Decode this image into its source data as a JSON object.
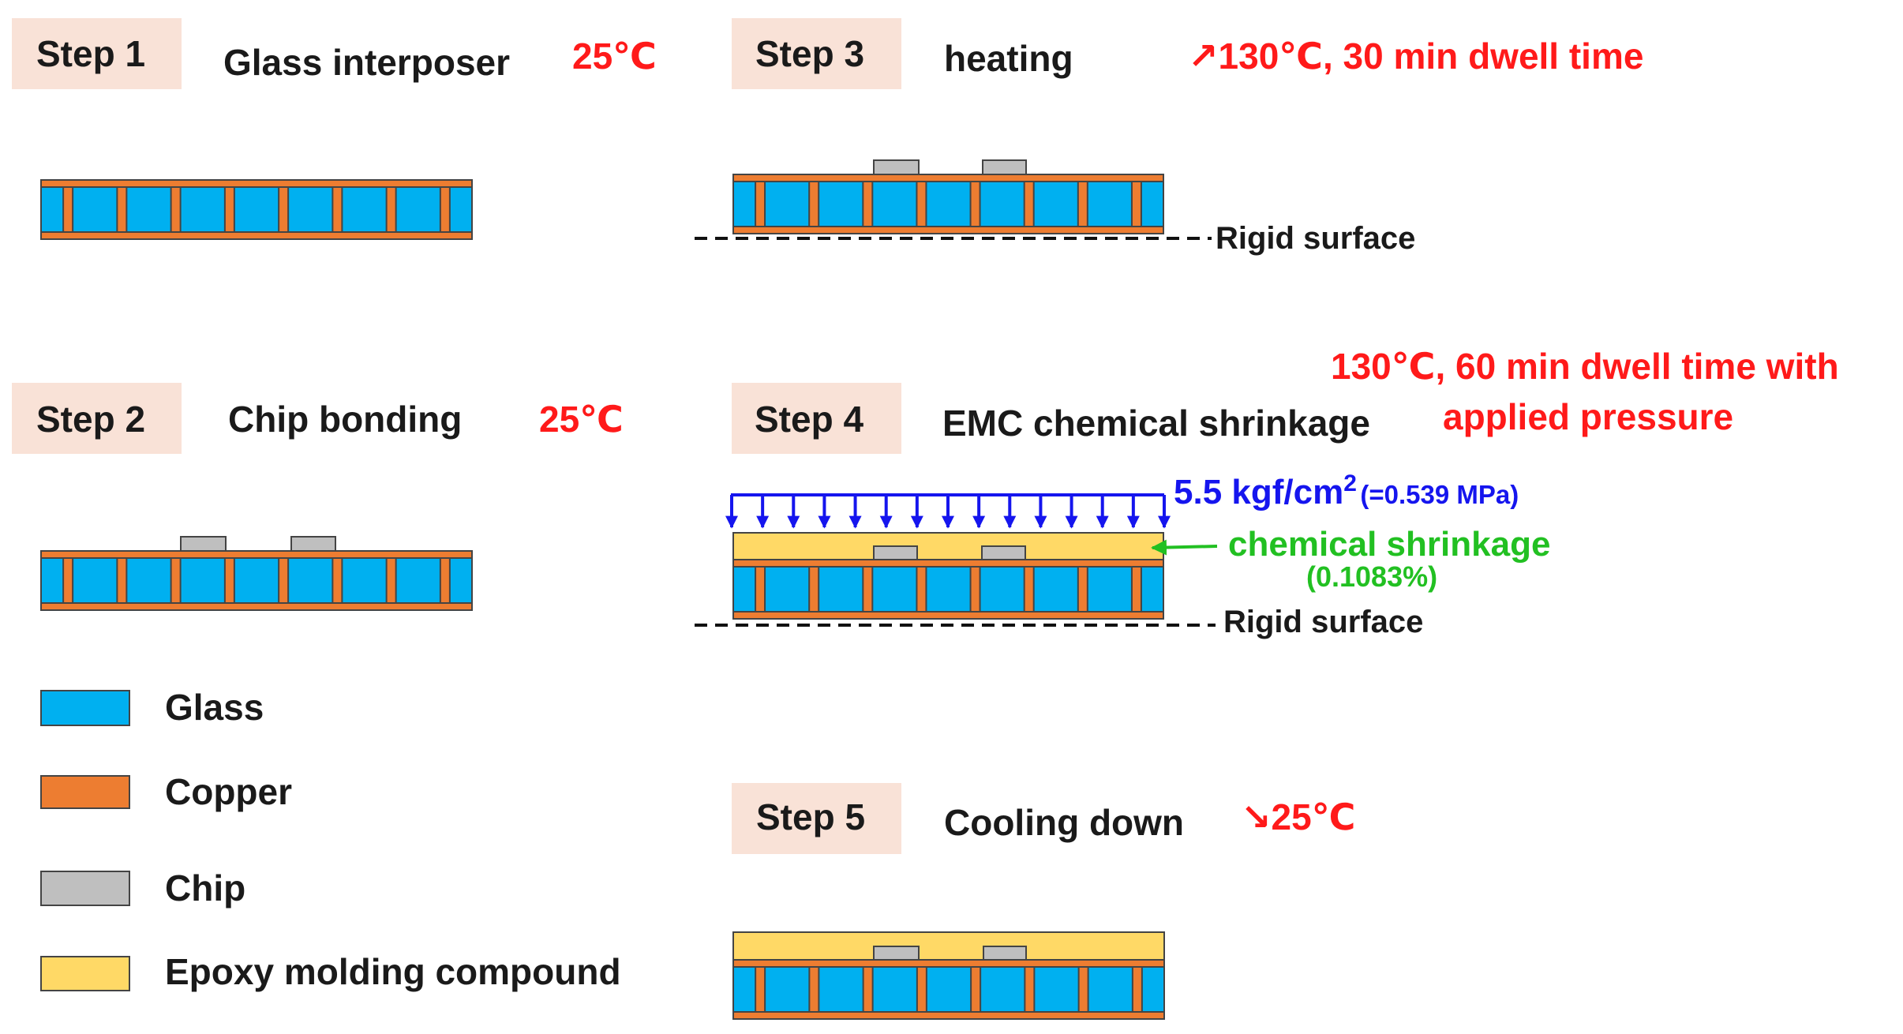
{
  "steps": [
    {
      "label": "Step 1",
      "title": "Glass interposer",
      "temp": "25℃"
    },
    {
      "label": "Step 2",
      "title": "Chip bonding",
      "temp": "25℃"
    },
    {
      "label": "Step 3",
      "title": "heating",
      "temp": "↗130℃, 30 min dwell time"
    },
    {
      "label": "Step 4",
      "title": "EMC chemical shrinkage",
      "temp_line1": "130℃, 60 min dwell time with",
      "temp_line2": "applied pressure"
    },
    {
      "label": "Step 5",
      "title": "Cooling down",
      "temp": "↘25℃"
    }
  ],
  "annotations": {
    "rigid_surface": "Rigid surface",
    "pressure_main": "5.5 kgf/cm",
    "pressure_sup": "2",
    "pressure_sub": "(=0.539 MPa)",
    "shrinkage_label": "chemical shrinkage",
    "shrinkage_value": "(0.1083%)"
  },
  "legend": [
    {
      "label": "Glass",
      "color": "#00b0f0"
    },
    {
      "label": "Copper",
      "color": "#ed7d31"
    },
    {
      "label": "Chip",
      "color": "#bfbfbf"
    },
    {
      "label": "Epoxy molding compound",
      "color": "#ffd966"
    }
  ],
  "colors": {
    "step_box": "#f9e2d7",
    "temperature": "#ff1a1a",
    "pressure": "#1515ee",
    "shrinkage": "#22c022"
  }
}
